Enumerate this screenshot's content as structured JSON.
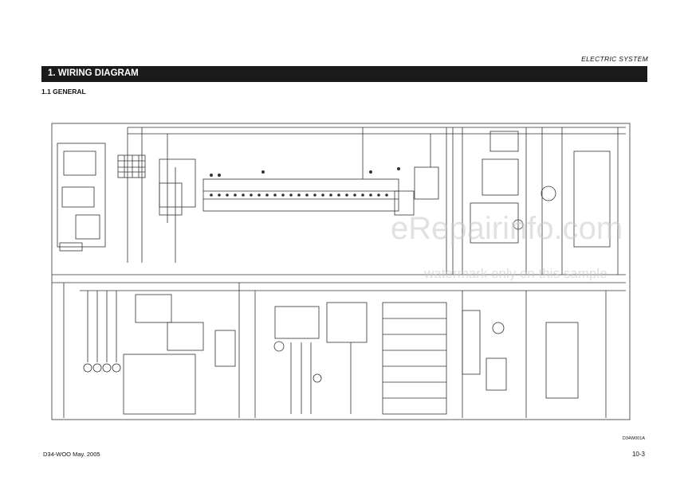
{
  "header": {
    "system_label": "ELECTRIC SYSTEM",
    "section_title": "1. WIRING DIAGRAM",
    "subsection_title": "1.1  GENERAL"
  },
  "diagram": {
    "figure_id": "D34W001A"
  },
  "footer": {
    "model_date": "D34-WOO   May. 2005",
    "page_number": "10-3"
  },
  "watermark": {
    "line1": "eRepairinfo.com",
    "line2": "watermark only on this sample"
  },
  "colors": {
    "title_bar": "#1a1a1a",
    "line": "#333333",
    "watermark": "#c8c8c8"
  }
}
